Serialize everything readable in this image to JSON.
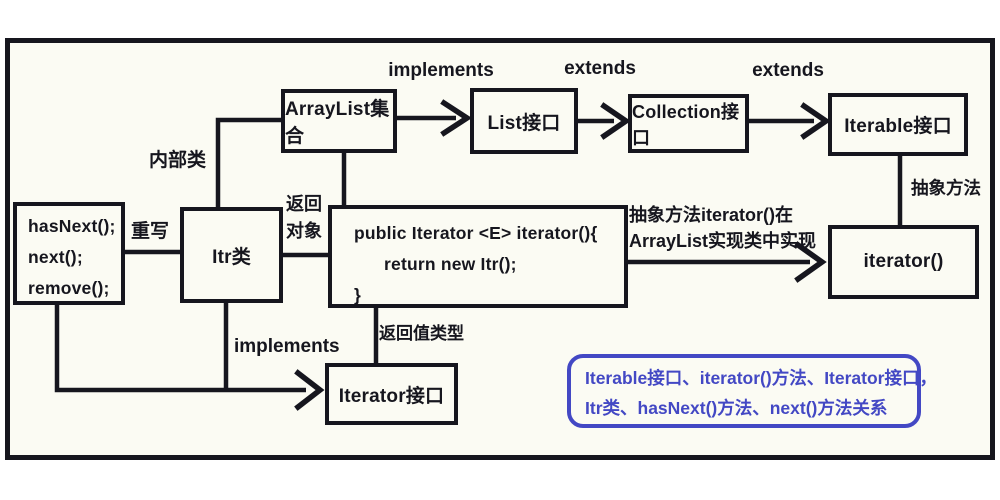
{
  "diagram": {
    "boxes": {
      "methods": {
        "lines": [
          "hasNext();",
          "next();",
          "remove();"
        ]
      },
      "itr_class": {
        "label": "Itr类"
      },
      "arraylist": {
        "label": "ArrayList集合"
      },
      "list_interface": {
        "label": "List接口"
      },
      "collection_interface": {
        "label": "Collection接口"
      },
      "iterable_interface": {
        "label": "Iterable接口"
      },
      "code": {
        "lines": [
          "public Iterator <E> iterator(){",
          "return new Itr();",
          "}"
        ]
      },
      "iterator_method": {
        "label": "iterator()"
      },
      "iterator_interface": {
        "label": "Iterator接口"
      }
    },
    "labels": {
      "implements_top": "implements",
      "extends_left": "extends",
      "extends_right": "extends",
      "inner_class": "内部类",
      "override": "重写",
      "return_object_line1": "返回",
      "return_object_line2": "对象",
      "abstract_method": "抽象方法",
      "abstract_impl_line1": "抽象方法iterator()在",
      "abstract_impl_line2": "ArrayList实现类中实现",
      "implements_bottom": "implements",
      "return_type": "返回值类型"
    },
    "note": {
      "line1": "Iterable接口、iterator()方法、Iterator接口，",
      "line2": "Itr类、hasNext()方法、next()方法关系"
    },
    "colors": {
      "ink": "#16161e",
      "note_blue": "#4348c4",
      "canvas_background": "#fbfbf3",
      "page_background": "#ffffff"
    }
  }
}
